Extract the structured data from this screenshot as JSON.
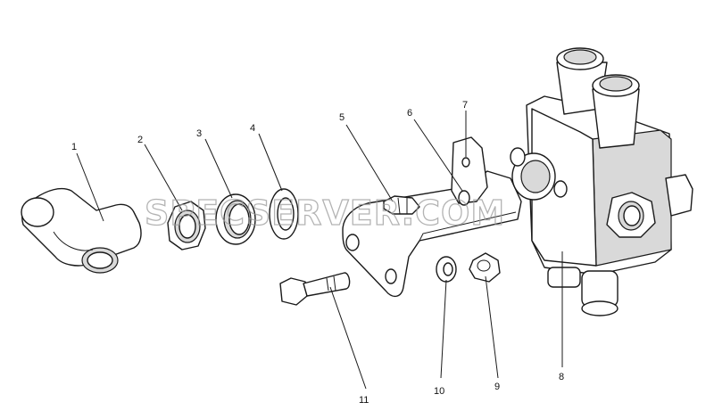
{
  "watermark": "SPECSERVER.COM",
  "callouts": [
    "1",
    "2",
    "3",
    "4",
    "5",
    "6",
    "7",
    "8",
    "9",
    "10",
    "11"
  ],
  "colors": {
    "ink": "#1a1a1a",
    "background": "#ffffff",
    "watermark": "#9a9a9a"
  }
}
